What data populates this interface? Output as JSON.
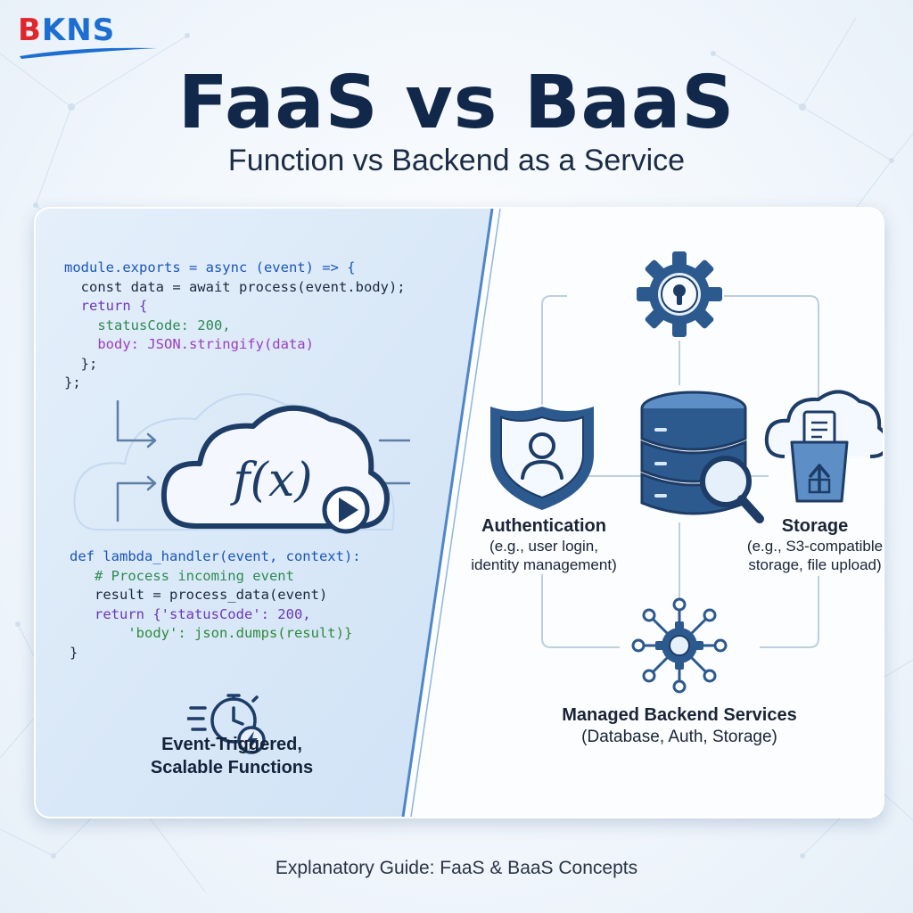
{
  "brand": {
    "logo_prefix": "B",
    "logo_rest": "KNS"
  },
  "header": {
    "title": "FaaS vs BaaS",
    "subtitle": "Function vs Backend as a Service"
  },
  "faas": {
    "code_js": [
      "module.exports = async (event) => {",
      "  const data = await process(event.body);",
      "  return {",
      "    statusCode: 200,",
      "    body: JSON.stringify(data)",
      "  };",
      "};"
    ],
    "cloud_label": "f(x)",
    "code_py": [
      "def lambda_handler(event, context):",
      "   # Process incoming event",
      "   result = process_data(event)",
      "   return {'statusCode': 200,",
      "       'body': json.dumps(result)}",
      "}"
    ],
    "caption_line1": "Event-Triggered,",
    "caption_line2": "Scalable Functions"
  },
  "baas": {
    "authentication": {
      "title": "Authentication",
      "line1": "(e.g., user login,",
      "line2": "identity management)"
    },
    "storage": {
      "title": "Storage",
      "line1": "(e.g., S3-compatible",
      "line2": "storage, file upload)"
    },
    "managed": {
      "title": "Managed Backend Services",
      "line1": "(Database, Auth, Storage)"
    }
  },
  "footer": {
    "text": "Explanatory Guide: FaaS & BaaS Concepts"
  },
  "colors": {
    "brand_red": "#e0262c",
    "brand_blue": "#1c6fd0",
    "title_navy": "#12284a",
    "icon_navy": "#1d3c66",
    "panel_left_bg": "#dceaf8",
    "panel_divider": "#4f86c6"
  }
}
